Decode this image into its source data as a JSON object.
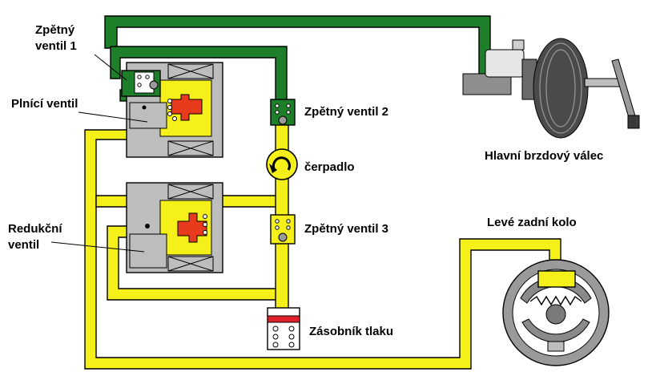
{
  "labels": {
    "check_valve_1_line1": "Zpětný",
    "check_valve_1_line2": "ventil 1",
    "fill_valve": "Plnící ventil",
    "reduction_valve_line1": "Redukční",
    "reduction_valve_line2": "ventil",
    "check_valve_2": "Zpětný ventil 2",
    "pump": "čerpadlo",
    "check_valve_3": "Zpětný ventil 3",
    "pressure_accumulator": "Zásobník tlaku",
    "master_cylinder": "Hlavní brzdový válec",
    "left_rear_wheel": "Levé zadní kolo"
  },
  "colors": {
    "brake_fluid_line": "#1e7f2a",
    "hydraulic_line": "#f5f01a",
    "valve_housing": "#bdbdbd",
    "piston": "#e83a1c",
    "accumulator_top": "#e0202a",
    "outline": "#000000"
  }
}
